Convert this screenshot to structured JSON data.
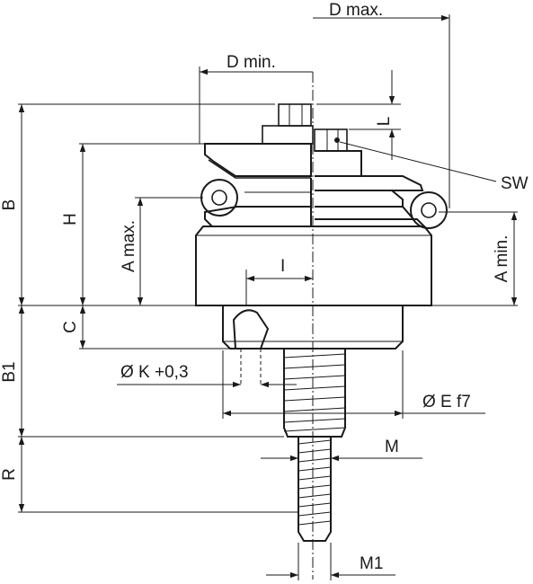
{
  "labels": {
    "d_max": "D max.",
    "d_min": "D min.",
    "l": "L",
    "sw": "SW",
    "b": "B",
    "h": "H",
    "a_max": "A max.",
    "a_min": "A min.",
    "i": "I",
    "c": "C",
    "b1": "B1",
    "k": "Ø K +0,3",
    "e": "Ø E f7",
    "m": "M",
    "r": "R",
    "m1": "M1"
  }
}
